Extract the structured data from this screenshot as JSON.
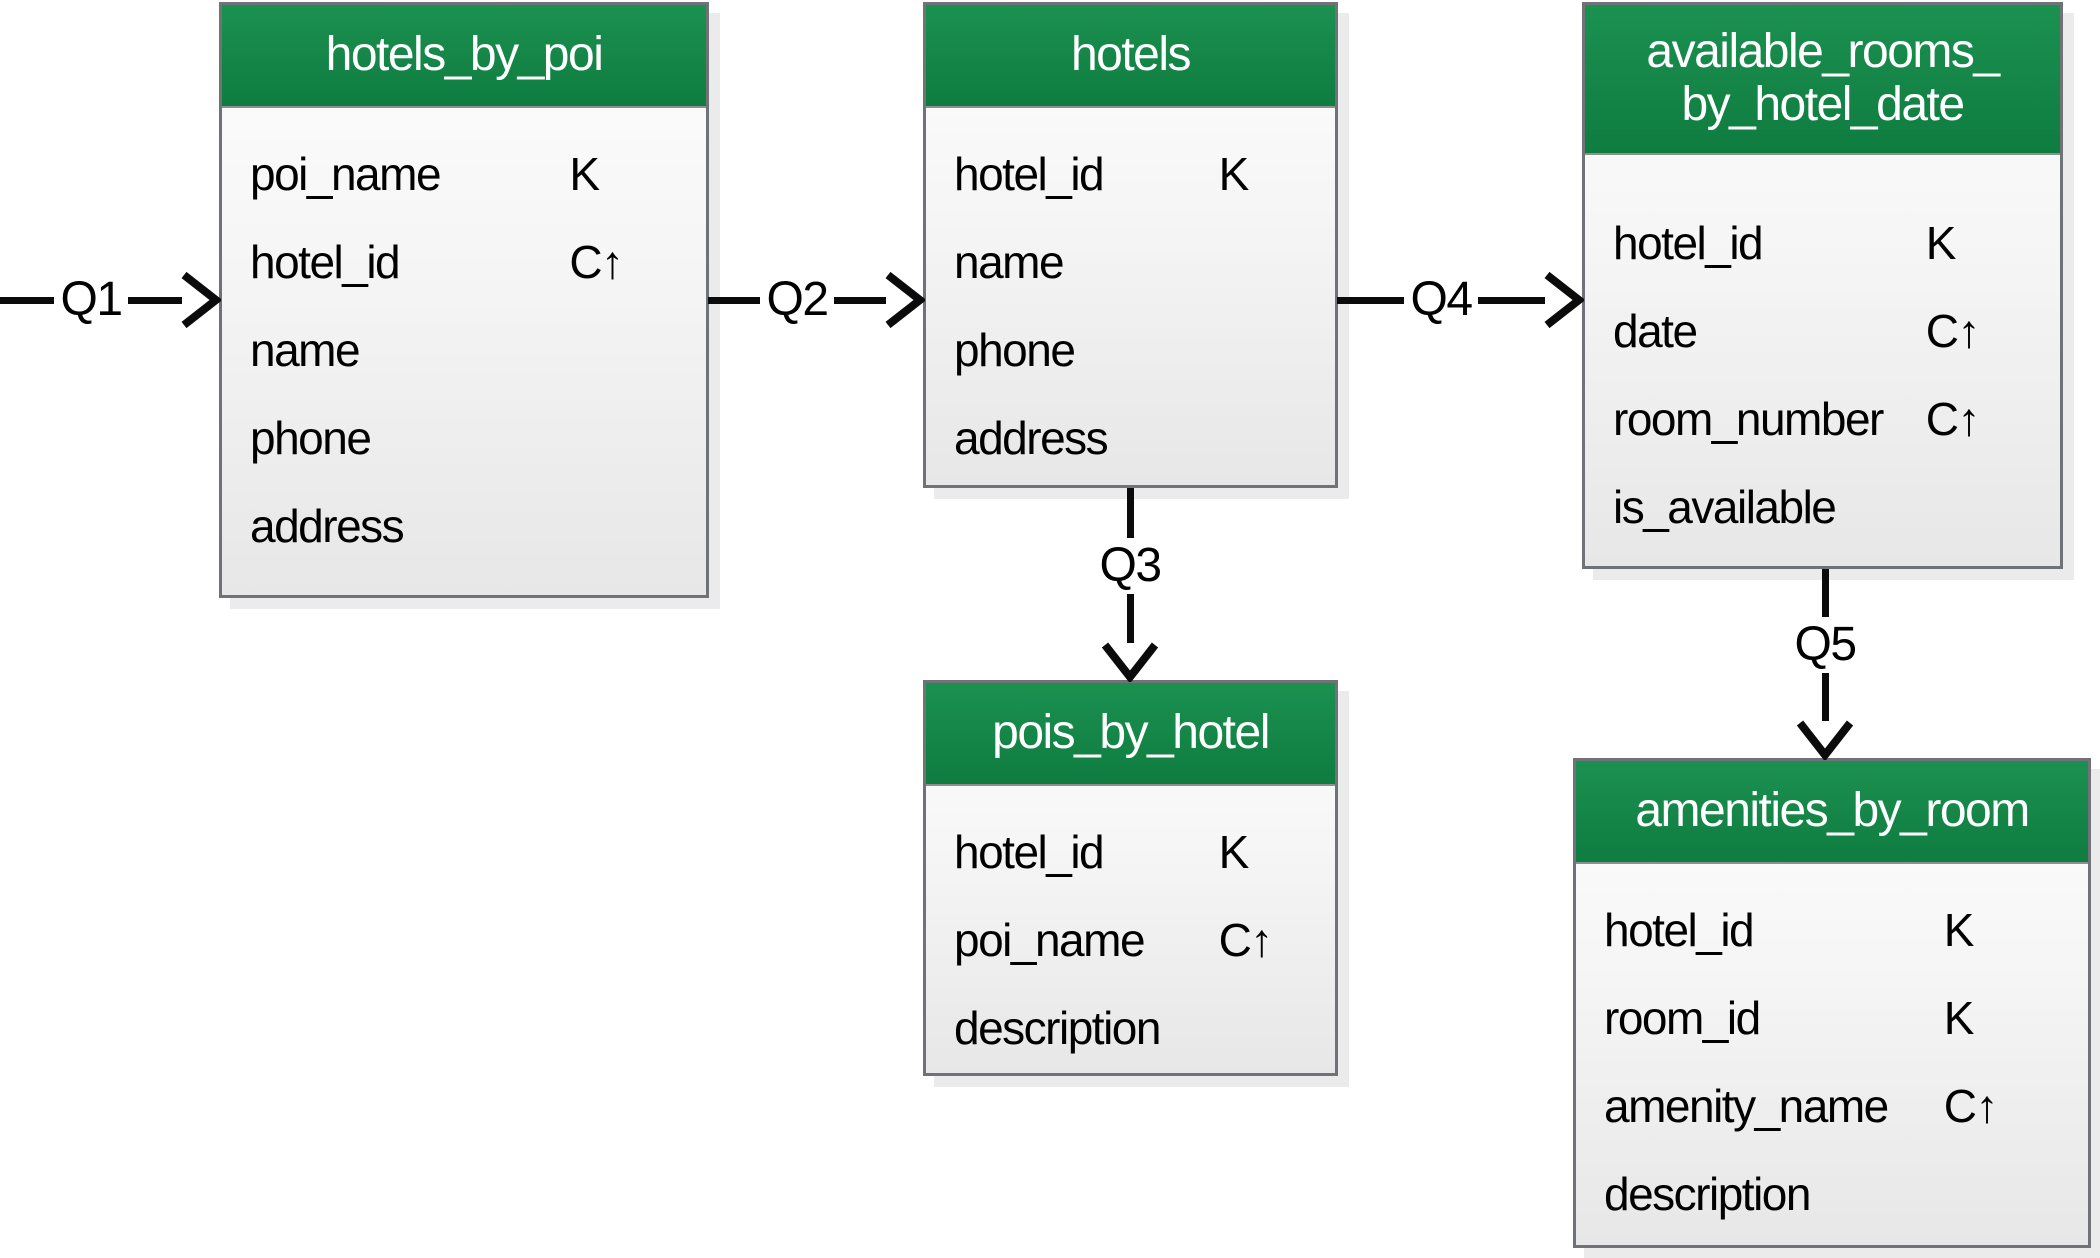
{
  "diagram": {
    "type": "cassandra-logical-data-model",
    "colors": {
      "header_green_top": "#1b9150",
      "header_green_bottom": "#0f7c40",
      "header_text": "#ffffff",
      "table_border": "#6f7277",
      "body_gradient_top": "#fefefe",
      "body_gradient_bottom": "#e7e7e8",
      "shadow": "#ebebec",
      "arrow": "#0b0b0b",
      "text": "#000000"
    },
    "tables": [
      {
        "title": "hotels_by_poi",
        "columns": [
          {
            "name": "poi_name",
            "key": "K"
          },
          {
            "name": "hotel_id",
            "key": "C↑"
          },
          {
            "name": "name",
            "key": ""
          },
          {
            "name": "phone",
            "key": ""
          },
          {
            "name": "address",
            "key": ""
          }
        ]
      },
      {
        "title": "hotels",
        "columns": [
          {
            "name": "hotel_id",
            "key": "K"
          },
          {
            "name": "name",
            "key": ""
          },
          {
            "name": "phone",
            "key": ""
          },
          {
            "name": "address",
            "key": ""
          }
        ]
      },
      {
        "title": "available_rooms_\nby_hotel_date",
        "columns": [
          {
            "name": "hotel_id",
            "key": "K"
          },
          {
            "name": "date",
            "key": "C↑"
          },
          {
            "name": "room_number",
            "key": "C↑"
          },
          {
            "name": "is_available",
            "key": ""
          }
        ]
      },
      {
        "title": "pois_by_hotel",
        "columns": [
          {
            "name": "hotel_id",
            "key": "K"
          },
          {
            "name": "poi_name",
            "key": "C↑"
          },
          {
            "name": "description",
            "key": ""
          }
        ]
      },
      {
        "title": "amenities_by_room",
        "columns": [
          {
            "name": "hotel_id",
            "key": "K"
          },
          {
            "name": "room_id",
            "key": "K"
          },
          {
            "name": "amenity_name",
            "key": "C↑"
          },
          {
            "name": "description",
            "key": ""
          }
        ]
      }
    ],
    "queries": [
      {
        "label": "Q1"
      },
      {
        "label": "Q2"
      },
      {
        "label": "Q3"
      },
      {
        "label": "Q4"
      },
      {
        "label": "Q5"
      }
    ]
  }
}
